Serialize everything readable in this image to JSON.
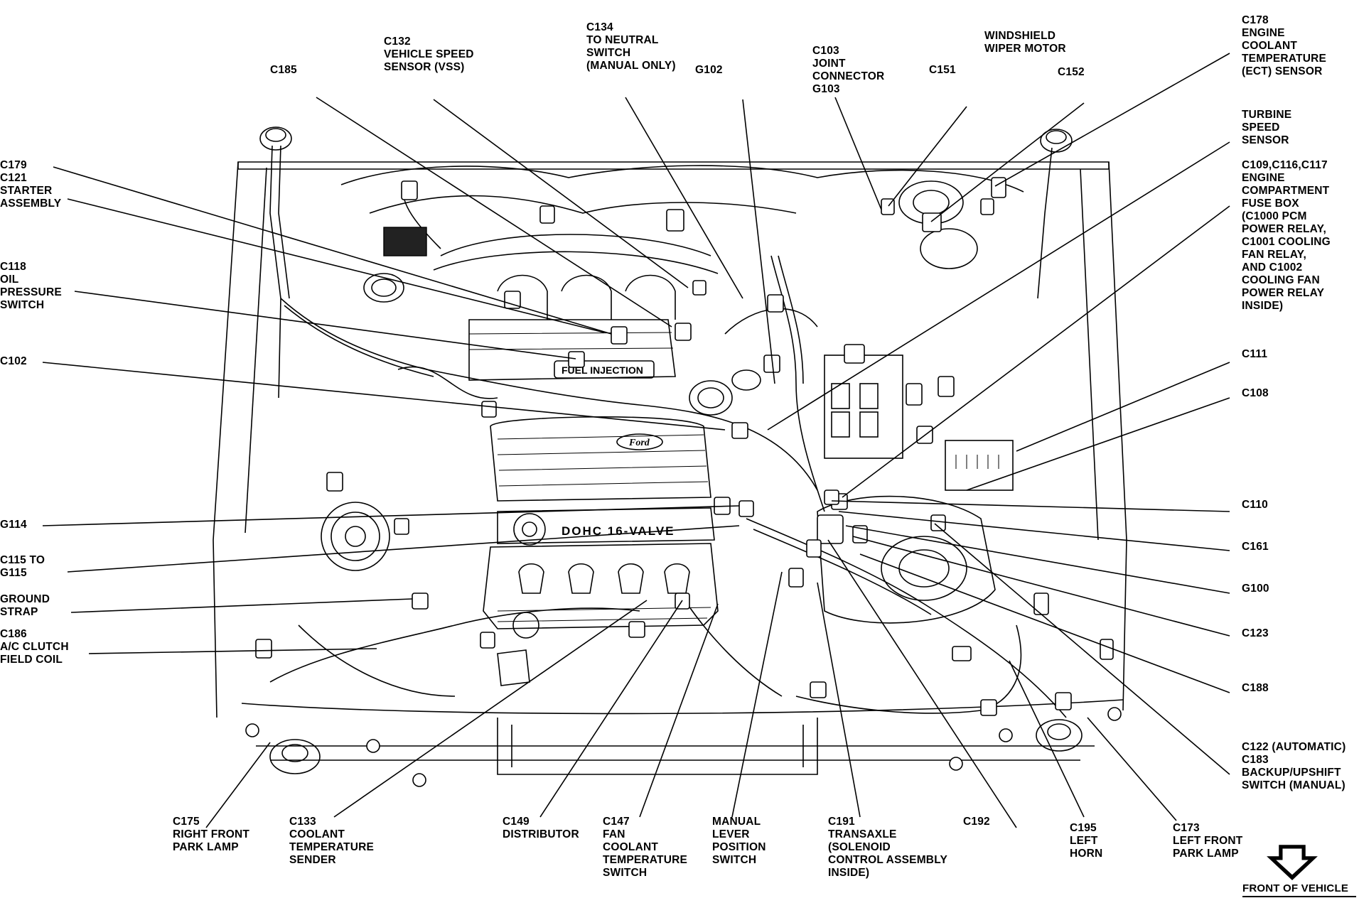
{
  "diagram": {
    "labels": [
      {
        "id": "c185",
        "text": "C185"
      },
      {
        "id": "c132",
        "text": "C132\nVEHICLE SPEED\nSENSOR (VSS)"
      },
      {
        "id": "c134",
        "text": "C134\nTO NEUTRAL\nSWITCH\n(MANUAL ONLY)"
      },
      {
        "id": "g102",
        "text": "G102"
      },
      {
        "id": "c103",
        "text": "C103\nJOINT\nCONNECTOR\nG103"
      },
      {
        "id": "c151",
        "text": "C151"
      },
      {
        "id": "wiper",
        "text": "WINDSHIELD\nWIPER MOTOR"
      },
      {
        "id": "c152",
        "text": "C152"
      },
      {
        "id": "c178",
        "text": "C178\nENGINE\nCOOLANT\nTEMPERATURE\n(ECT) SENSOR"
      },
      {
        "id": "turbine",
        "text": "TURBINE\nSPEED\nSENSOR"
      },
      {
        "id": "c109",
        "text": "C109,C116,C117\nENGINE\nCOMPARTMENT\nFUSE BOX\n(C1000 PCM\nPOWER RELAY,\nC1001 COOLING\nFAN RELAY,\nAND C1002\nCOOLING FAN\nPOWER RELAY\nINSIDE)"
      },
      {
        "id": "c179",
        "text": "C179\nC121\nSTARTER\nASSEMBLY"
      },
      {
        "id": "c118",
        "text": "C118\nOIL\nPRESSURE\nSWITCH"
      },
      {
        "id": "c102",
        "text": "C102"
      },
      {
        "id": "g114",
        "text": "G114"
      },
      {
        "id": "c115",
        "text": "C115 TO\nG115"
      },
      {
        "id": "ground",
        "text": "GROUND\nSTRAP"
      },
      {
        "id": "c186",
        "text": "C186\nA/C CLUTCH\nFIELD COIL"
      },
      {
        "id": "c111",
        "text": "C111"
      },
      {
        "id": "c108",
        "text": "C108"
      },
      {
        "id": "c110",
        "text": "C110"
      },
      {
        "id": "c161",
        "text": "C161"
      },
      {
        "id": "g100",
        "text": "G100"
      },
      {
        "id": "c123",
        "text": "C123"
      },
      {
        "id": "c188",
        "text": "C188"
      },
      {
        "id": "c122",
        "text": "C122 (AUTOMATIC)\nC183\nBACKUP/UPSHIFT\nSWITCH (MANUAL)"
      },
      {
        "id": "c175",
        "text": "C175\nRIGHT FRONT\nPARK LAMP"
      },
      {
        "id": "c133",
        "text": "C133\nCOOLANT\nTEMPERATURE\nSENDER"
      },
      {
        "id": "c149",
        "text": "C149\nDISTRIBUTOR"
      },
      {
        "id": "c147",
        "text": "C147\nFAN\nCOOLANT\nTEMPERATURE\nSWITCH"
      },
      {
        "id": "manual",
        "text": "MANUAL\nLEVER\nPOSITION\nSWITCH"
      },
      {
        "id": "c191",
        "text": "C191\nTRANSAXLE\n(SOLENOID\nCONTROL ASSEMBLY\nINSIDE)"
      },
      {
        "id": "c192",
        "text": "C192"
      },
      {
        "id": "c195",
        "text": "C195\nLEFT\nHORN"
      },
      {
        "id": "c173",
        "text": "C173\nLEFT FRONT\nPARK LAMP"
      }
    ],
    "engine_text": {
      "fuel_injection": "FUEL INJECTION",
      "dohc": "DOHC 16-VALVE",
      "ford": "Ford"
    },
    "footer": {
      "front_of_vehicle": "FRONT OF VEHICLE",
      "arrow_icon": "down-arrow-icon"
    }
  }
}
